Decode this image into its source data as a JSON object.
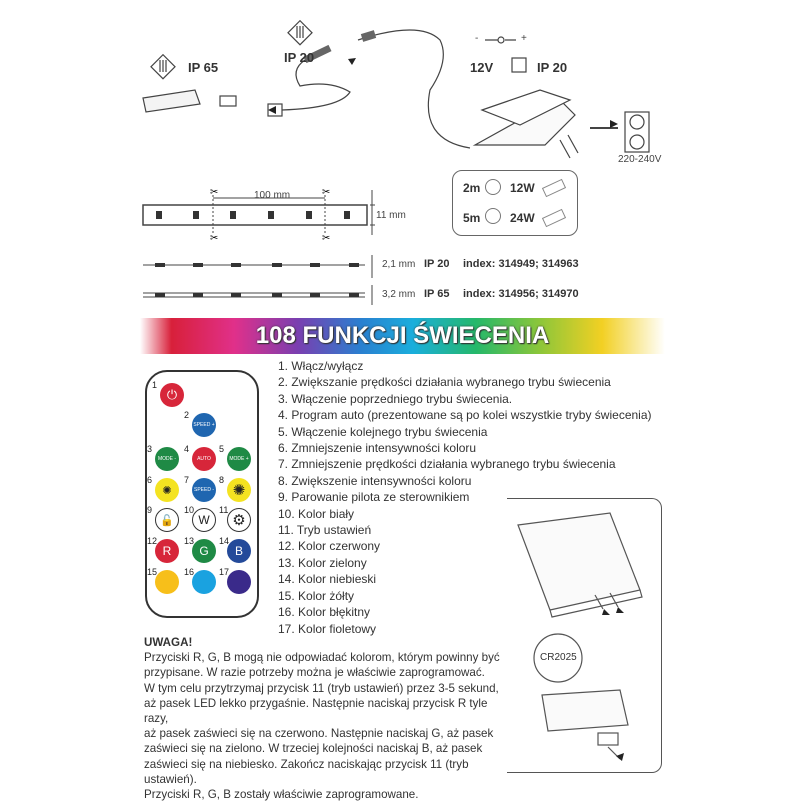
{
  "top": {
    "ip65_strip": "IP 65",
    "ip20_controller": "IP 20",
    "voltage": "12V",
    "ip20_psu": "IP 20",
    "polarity_minus": "-",
    "polarity_plus": "+",
    "mains": "220-240V"
  },
  "strip": {
    "cut_distance": "100 mm",
    "width": "11 mm",
    "ip20_thickness": "2,1 mm",
    "ip20_label": "IP 20",
    "ip20_index": "index: 314949; 314963",
    "ip65_thickness": "3,2 mm",
    "ip65_label": "IP 65",
    "ip65_index": "index: 314956; 314970"
  },
  "power_table": [
    {
      "length": "2m",
      "power": "12W"
    },
    {
      "length": "5m",
      "power": "24W"
    }
  ],
  "banner": {
    "title": "108 FUNKCJI ŚWIECENIA"
  },
  "remote": {
    "buttons": [
      {
        "n": "1",
        "label": "",
        "color": "#d7263a"
      },
      {
        "n": "2",
        "label": "SPEED +",
        "color": "#1f66b0"
      },
      {
        "n": "3",
        "label": "MODE -",
        "color": "#1f8a45"
      },
      {
        "n": "4",
        "label": "AUTO",
        "color": "#d7263a"
      },
      {
        "n": "5",
        "label": "MODE +",
        "color": "#1f8a45"
      },
      {
        "n": "6",
        "label": "",
        "color": "#f4e321"
      },
      {
        "n": "7",
        "label": "SPEED -",
        "color": "#1f66b0"
      },
      {
        "n": "8",
        "label": "",
        "color": "#f4e321"
      },
      {
        "n": "9",
        "label": "",
        "color": "#fff"
      },
      {
        "n": "10",
        "label": "W",
        "color": "#fff"
      },
      {
        "n": "11",
        "label": "",
        "color": "#fff"
      },
      {
        "n": "12",
        "label": "R",
        "color": "#d7263a"
      },
      {
        "n": "13",
        "label": "G",
        "color": "#1f8a45"
      },
      {
        "n": "14",
        "label": "B",
        "color": "#244a9a"
      },
      {
        "n": "15",
        "label": "",
        "color": "#f7bf1a"
      },
      {
        "n": "16",
        "label": "",
        "color": "#1aa2e0"
      },
      {
        "n": "17",
        "label": "",
        "color": "#3a2a8a"
      }
    ]
  },
  "functions": [
    "1. Włącz/wyłącz",
    "2. Zwiększanie prędkości działania wybranego trybu świecenia",
    "3. Włączenie poprzedniego trybu świecenia.",
    "4. Program auto (prezentowane są po kolei wszystkie tryby świecenia)",
    "5. Włączenie kolejnego trybu świecenia",
    "6. Zmniejszenie intensywności koloru",
    "7. Zmniejszenie prędkości działania wybranego trybu świecenia",
    "8. Zwiększenie intensywności koloru",
    "9. Parowanie pilota ze sterownikiem",
    "10. Kolor biały",
    "11. Tryb ustawień",
    "12. Kolor czerwony",
    "13. Kolor zielony",
    "14. Kolor niebieski",
    "15. Kolor żółty",
    "16. Kolor błękitny",
    "17. Kolor fioletowy"
  ],
  "note": {
    "title": "UWAGA!",
    "lines": [
      "Przyciski R, G, B mogą nie odpowiadać kolorom, którym powinny być",
      "przypisane. W razie potrzeby można je właściwie zaprogramować.",
      "W tym celu przytrzymaj przycisk 11 (tryb ustawień) przez 3-5 sekund,",
      "aż pasek LED lekko przygaśnie. Następnie naciskaj przycisk R tyle razy,",
      "aż pasek zaświeci się na czerwono. Następnie naciskaj G, aż pasek",
      "zaświeci się na zielono. W trzeciej kolejności naciskaj B, aż pasek",
      "zaświeci się na niebiesko. Zakończ naciskając przycisk 11 (tryb ustawień).",
      "Przyciski R, G, B zostały właściwie zaprogramowane."
    ]
  },
  "battery": {
    "label": "CR2025"
  }
}
